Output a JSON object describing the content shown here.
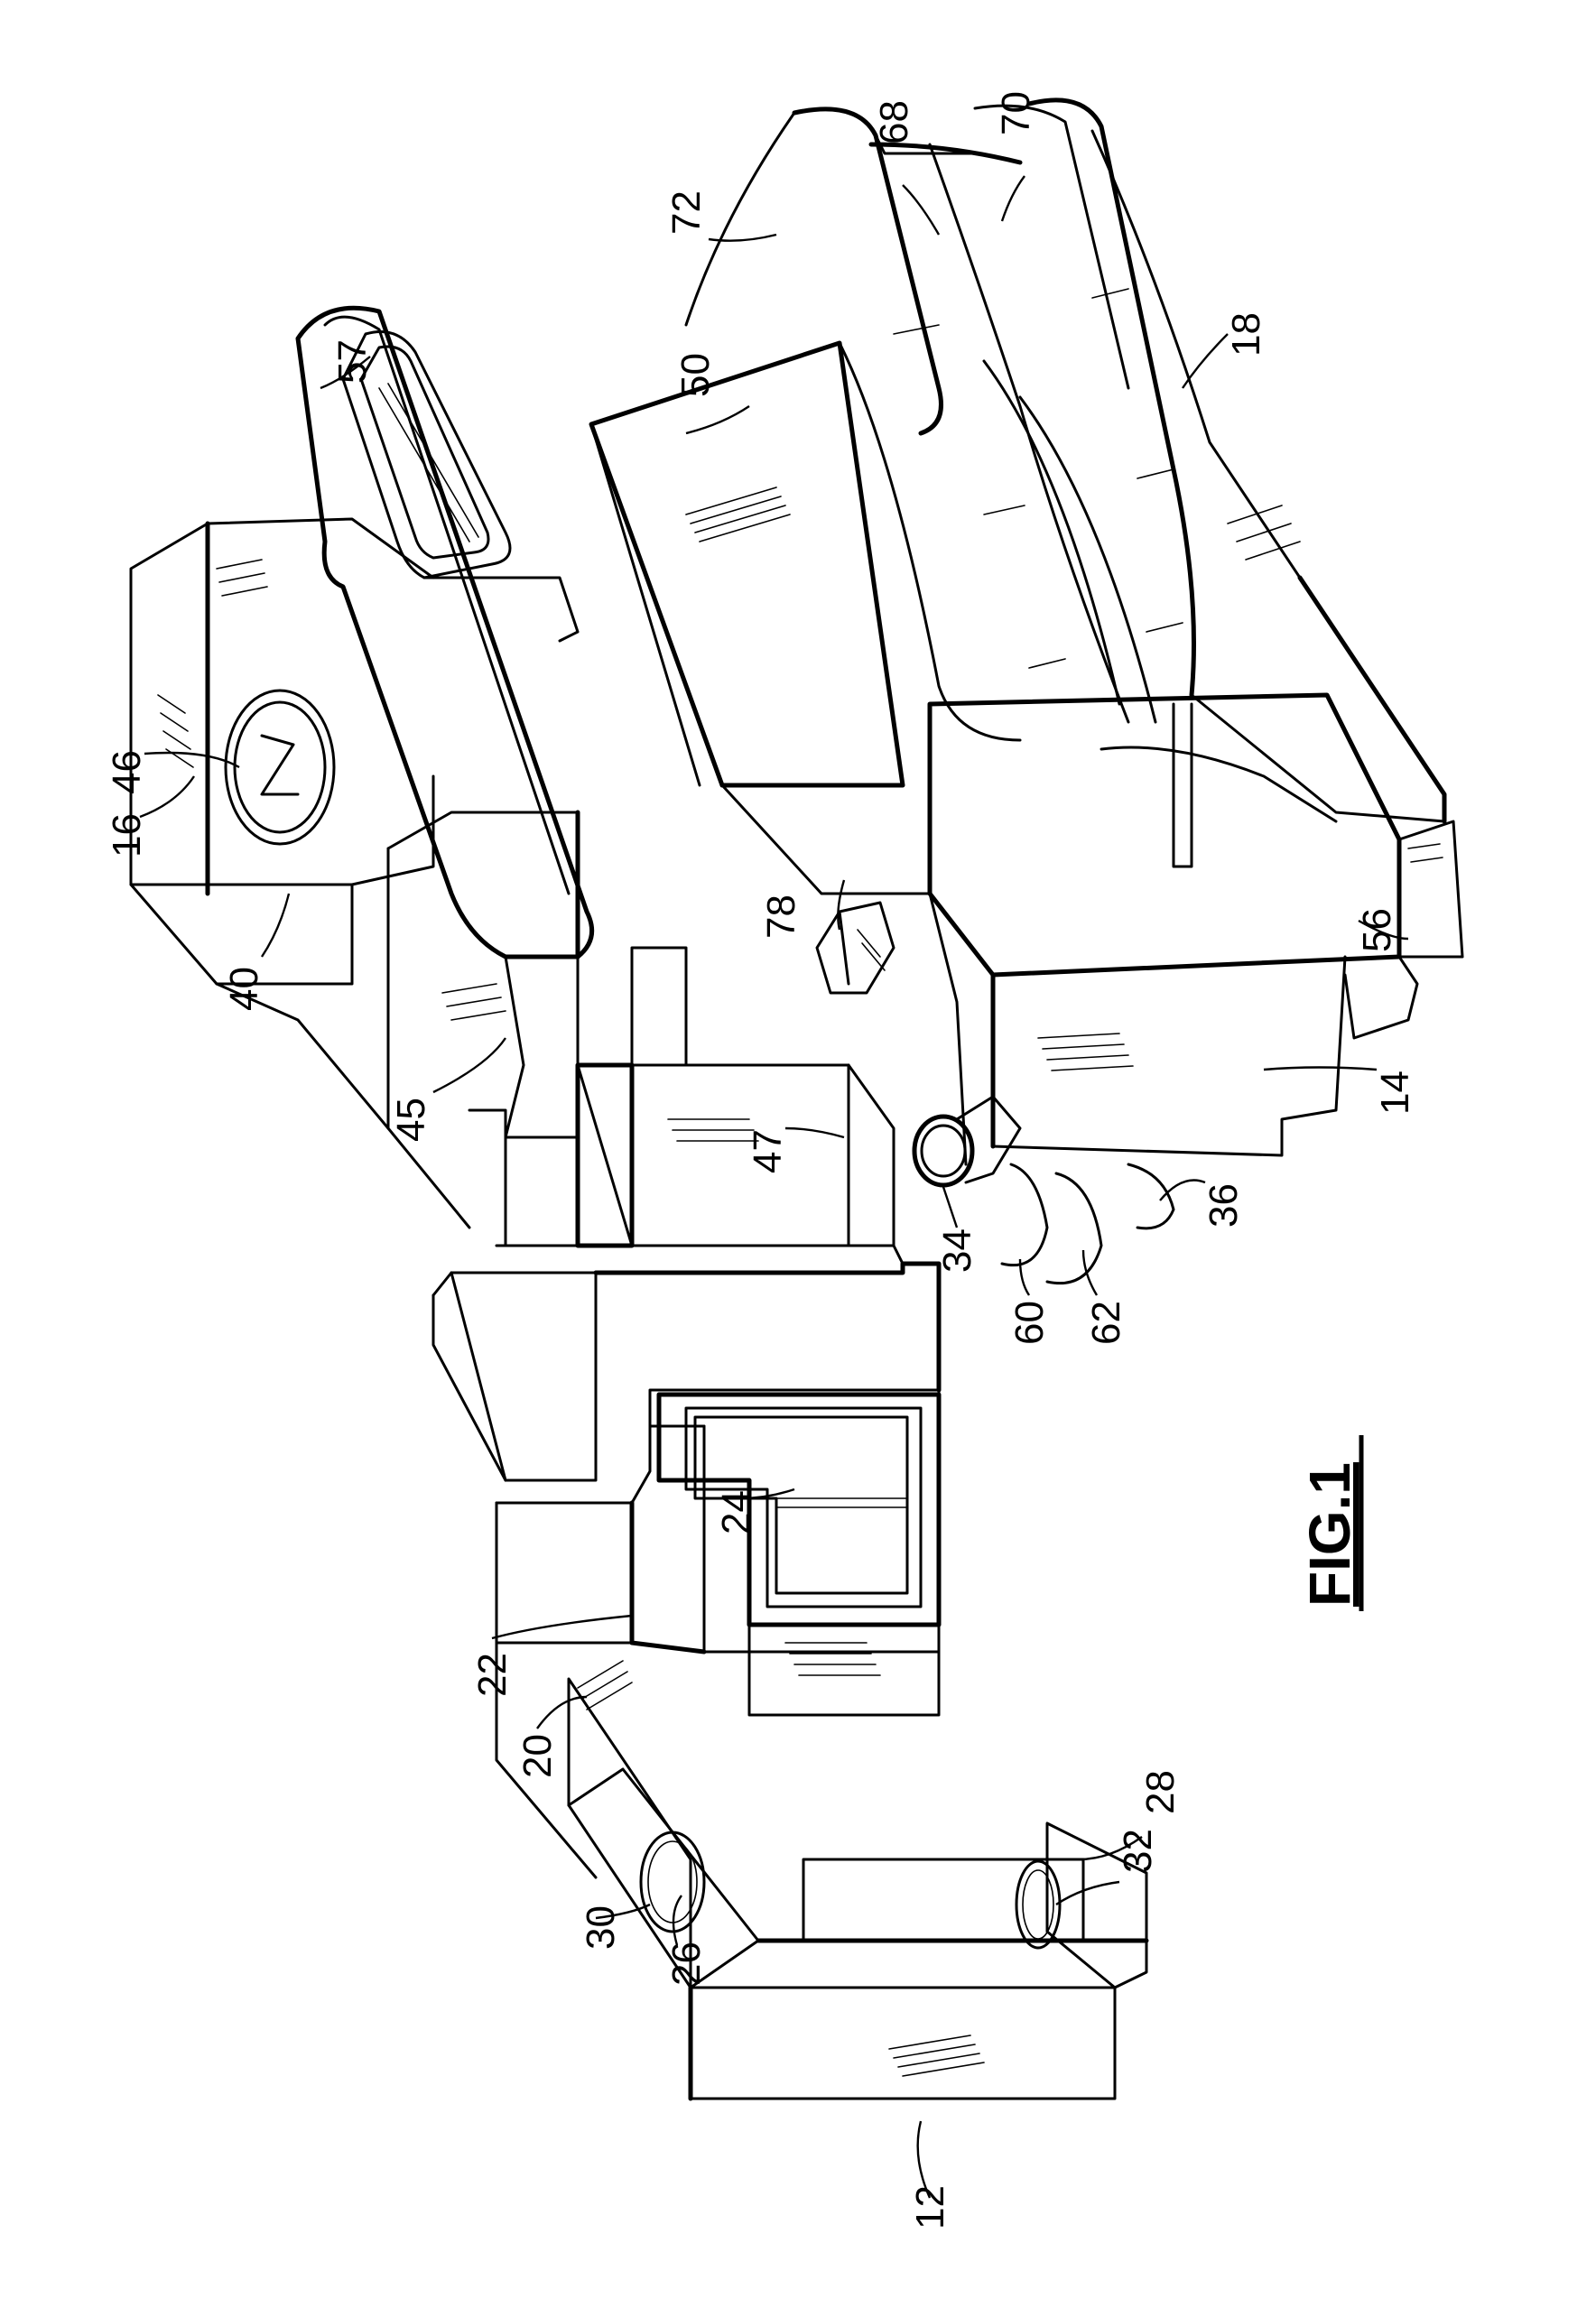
{
  "figure": {
    "caption": "FIG.1",
    "labels": [
      {
        "id": "12",
        "text": "12"
      },
      {
        "id": "14",
        "text": "14"
      },
      {
        "id": "16",
        "text": "16"
      },
      {
        "id": "18",
        "text": "18"
      },
      {
        "id": "20",
        "text": "20"
      },
      {
        "id": "22",
        "text": "22"
      },
      {
        "id": "24",
        "text": "24"
      },
      {
        "id": "26",
        "text": "26"
      },
      {
        "id": "28",
        "text": "28"
      },
      {
        "id": "30",
        "text": "30"
      },
      {
        "id": "32",
        "text": "32"
      },
      {
        "id": "34",
        "text": "34"
      },
      {
        "id": "36",
        "text": "36"
      },
      {
        "id": "40",
        "text": "40"
      },
      {
        "id": "45",
        "text": "45"
      },
      {
        "id": "46",
        "text": "46"
      },
      {
        "id": "47",
        "text": "47"
      },
      {
        "id": "50",
        "text": "50"
      },
      {
        "id": "56",
        "text": "56"
      },
      {
        "id": "57",
        "text": "57"
      },
      {
        "id": "60",
        "text": "60"
      },
      {
        "id": "62",
        "text": "62"
      },
      {
        "id": "68",
        "text": "68"
      },
      {
        "id": "70",
        "text": "70"
      },
      {
        "id": "72",
        "text": "72"
      },
      {
        "id": "78",
        "text": "78"
      }
    ]
  },
  "colors": {
    "ink": "#000000",
    "paper": "#ffffff"
  }
}
